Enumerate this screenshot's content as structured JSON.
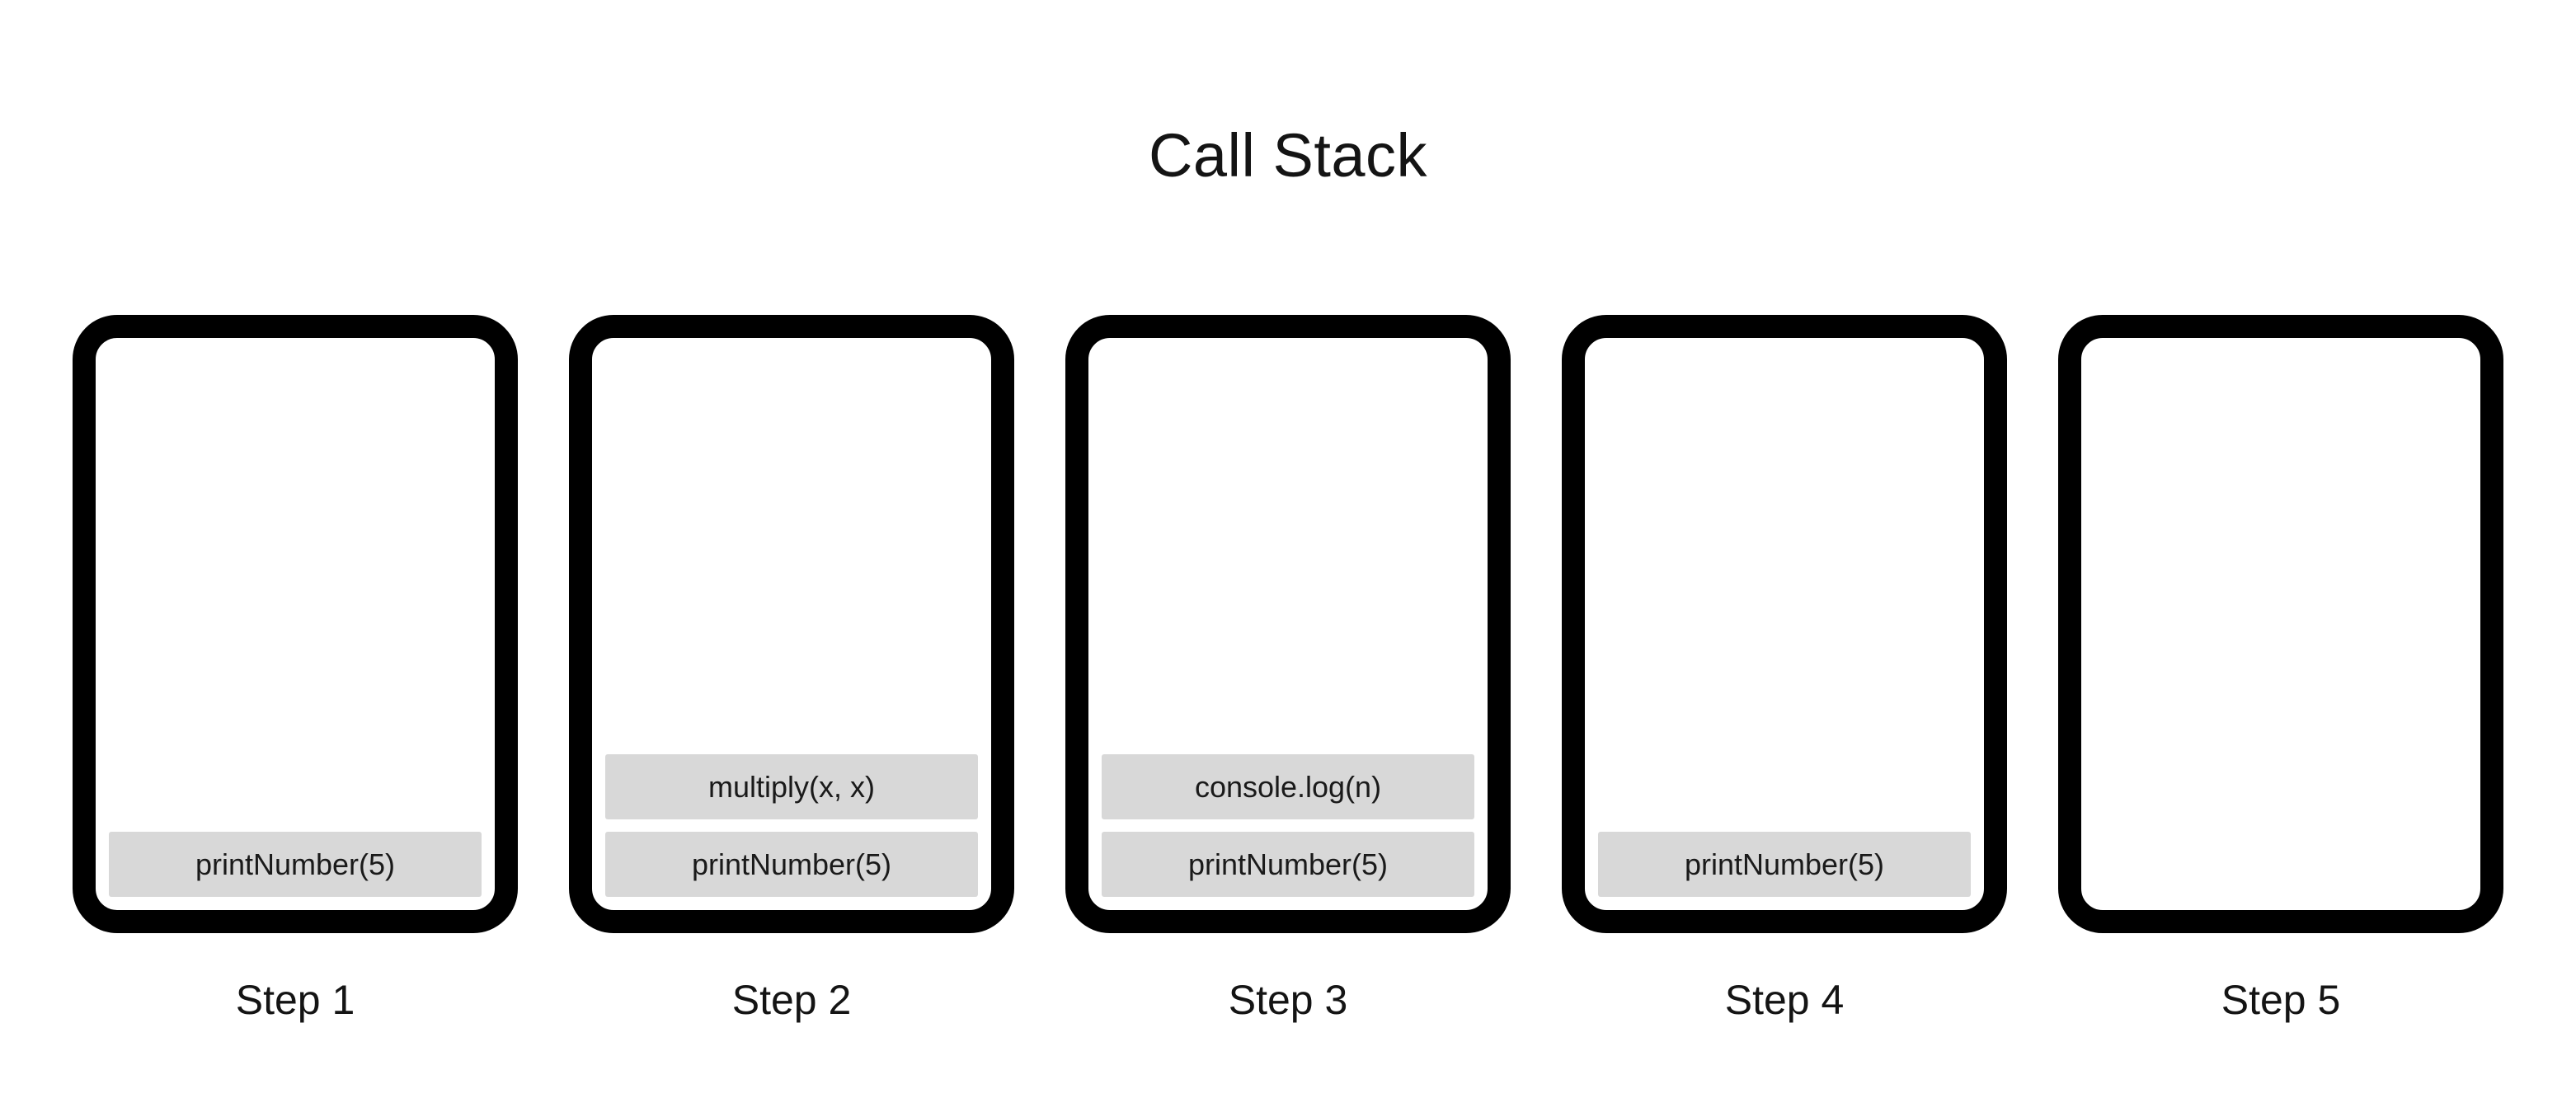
{
  "title": "Call Stack",
  "colors": {
    "background": "#ffffff",
    "box_border": "#000000",
    "frame_background": "#d8d8d8",
    "text": "#141414"
  },
  "steps": [
    {
      "label": "Step 1",
      "frames": [
        "printNumber(5)"
      ]
    },
    {
      "label": "Step 2",
      "frames": [
        "multiply(x, x)",
        "printNumber(5)"
      ]
    },
    {
      "label": "Step 3",
      "frames": [
        "console.log(n)",
        "printNumber(5)"
      ]
    },
    {
      "label": "Step 4",
      "frames": [
        "printNumber(5)"
      ]
    },
    {
      "label": "Step 5",
      "frames": []
    }
  ]
}
